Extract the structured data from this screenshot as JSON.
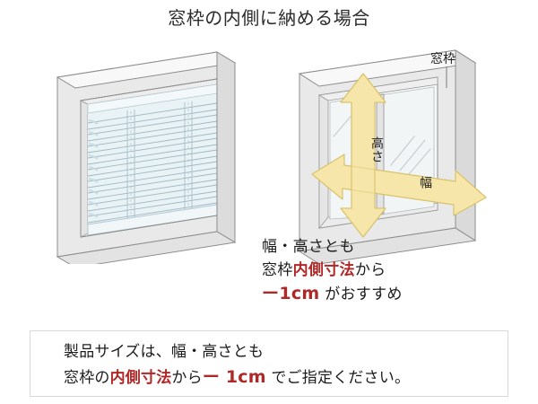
{
  "page": {
    "title": "窓枠の内側に納める場合",
    "background_color": "#ffffff",
    "text_color": "#1c1c1c",
    "accent_red": "#b02727",
    "arrow_fill": "#f6e6a9",
    "arrow_stroke": "#d9c36a",
    "frame_fill": "#e9e9e9",
    "frame_light": "#f7f7f7",
    "frame_stroke": "#8d8d8d",
    "glass_fill": "#f4f6f7",
    "slat_fill": "#e8f1f4",
    "slat_stroke": "#b9ccd4"
  },
  "left_illustration": {
    "name": "window-frame-with-blind-inside",
    "alt": "窓枠の内側に納まったブラインドの立体図"
  },
  "right_illustration": {
    "name": "window-frame-measure-diagram",
    "alt": "窓枠の内側寸法を測る位置を示す立体図",
    "labels": {
      "frame": "窓枠",
      "height_arrow": "高さ",
      "width_arrow": "幅"
    }
  },
  "note": {
    "line1": "幅・高さとも",
    "line2_a": "窓枠",
    "line2_b": "内側寸法",
    "line2_c": "から",
    "line3_a": "ー",
    "line3_b": "1cm",
    "line3_c": " がおすすめ"
  },
  "bottom_box": {
    "line1": "製品サイズは、幅・高さとも",
    "line2_a": "窓枠の",
    "line2_b": "内側寸法",
    "line2_c": "から",
    "line2_d": "ー 1cm",
    "line2_e": " でご指定ください。"
  }
}
